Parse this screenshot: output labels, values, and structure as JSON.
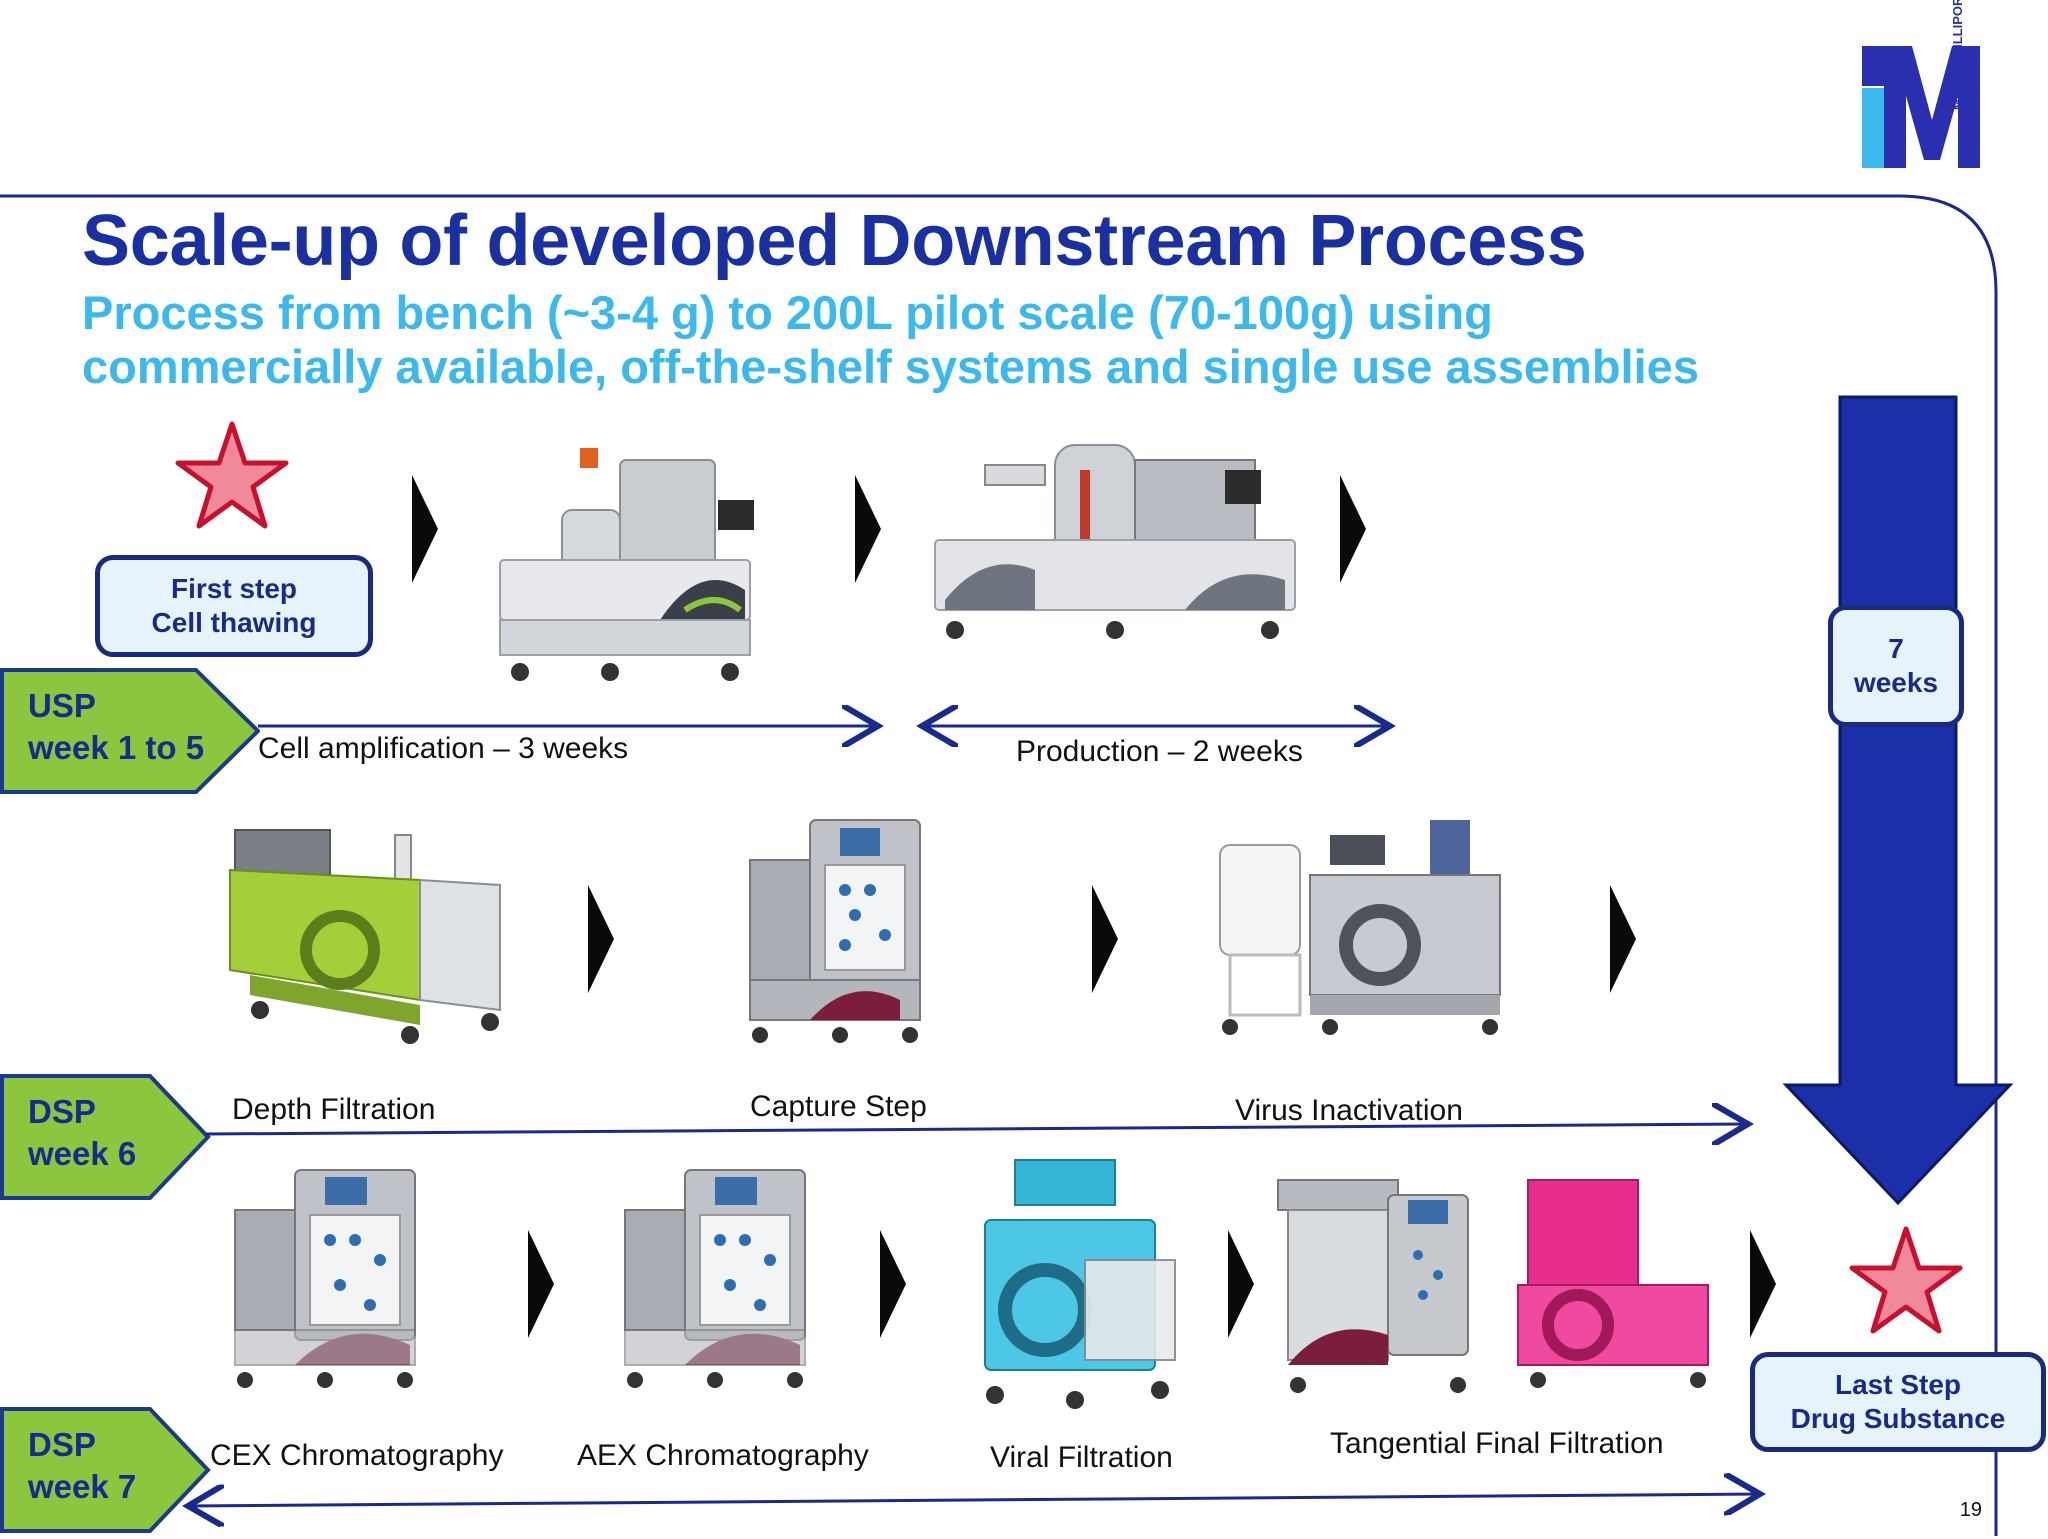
{
  "logo": {
    "letter": "M",
    "brand": "MERCK MILLIPORE"
  },
  "title": "Scale-up of developed Downstream Process",
  "subtitle": {
    "line1": "Process  from bench (~3-4 g) to 200L pilot scale (70-100g) using",
    "line2": "commercially available, off-the-shelf systems and single use assemblies"
  },
  "first_step": {
    "line1": "First step",
    "line2": "Cell thawing"
  },
  "last_step": {
    "line1": "Last Step",
    "line2": "Drug Substance"
  },
  "duration": {
    "value": "7",
    "unit": "weeks"
  },
  "phases": {
    "usp": {
      "line1": "USP",
      "line2": "week 1 to 5",
      "color": "#8cc63f"
    },
    "dsp6": {
      "line1": "DSP",
      "line2": "week 6",
      "color": "#8cc63f"
    },
    "dsp7": {
      "line1": "DSP",
      "line2": "week 7",
      "color": "#8cc63f"
    }
  },
  "steps": {
    "cell_amplification": "Cell amplification – 3 weeks",
    "production": "Production – 2 weeks",
    "depth_filtration": "Depth Filtration",
    "capture_step": "Capture Step",
    "virus_inactivation": "Virus Inactivation",
    "cex": "CEX Chromatography",
    "aex": "AEX Chromatography",
    "viral_filtration": "Viral Filtration",
    "tff": "Tangential Final Filtration"
  },
  "page_number": "19",
  "colors": {
    "navy": "#1a2fa0",
    "cyan": "#3cb9ec",
    "green": "#8cc63f",
    "star": "#f08a9a",
    "star_border": "#c8102e"
  }
}
